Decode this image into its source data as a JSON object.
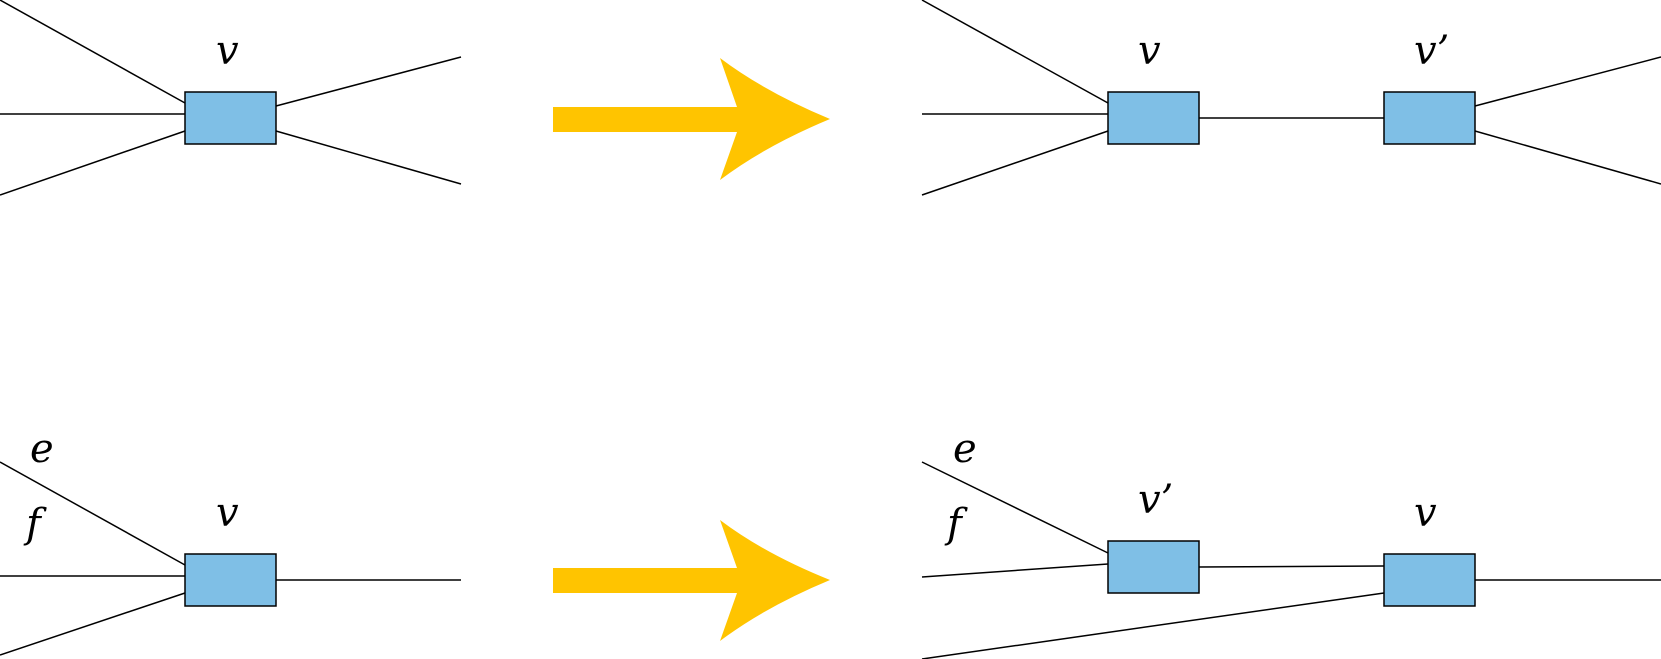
{
  "diagram": {
    "top_row": {
      "before": {
        "node_label": "v"
      },
      "after": {
        "node_label_left": "v",
        "node_label_right": "v’"
      }
    },
    "bottom_row": {
      "before": {
        "node_label": "v",
        "edge_label_e": "e",
        "edge_label_f": "f"
      },
      "after": {
        "node_label_left": "v’",
        "node_label_right": "v",
        "edge_label_e": "e",
        "edge_label_f": "f"
      }
    },
    "colors": {
      "node_fill": "#7fbfe6",
      "arrow_fill": "#ffc400",
      "edge_stroke": "#000000"
    }
  }
}
